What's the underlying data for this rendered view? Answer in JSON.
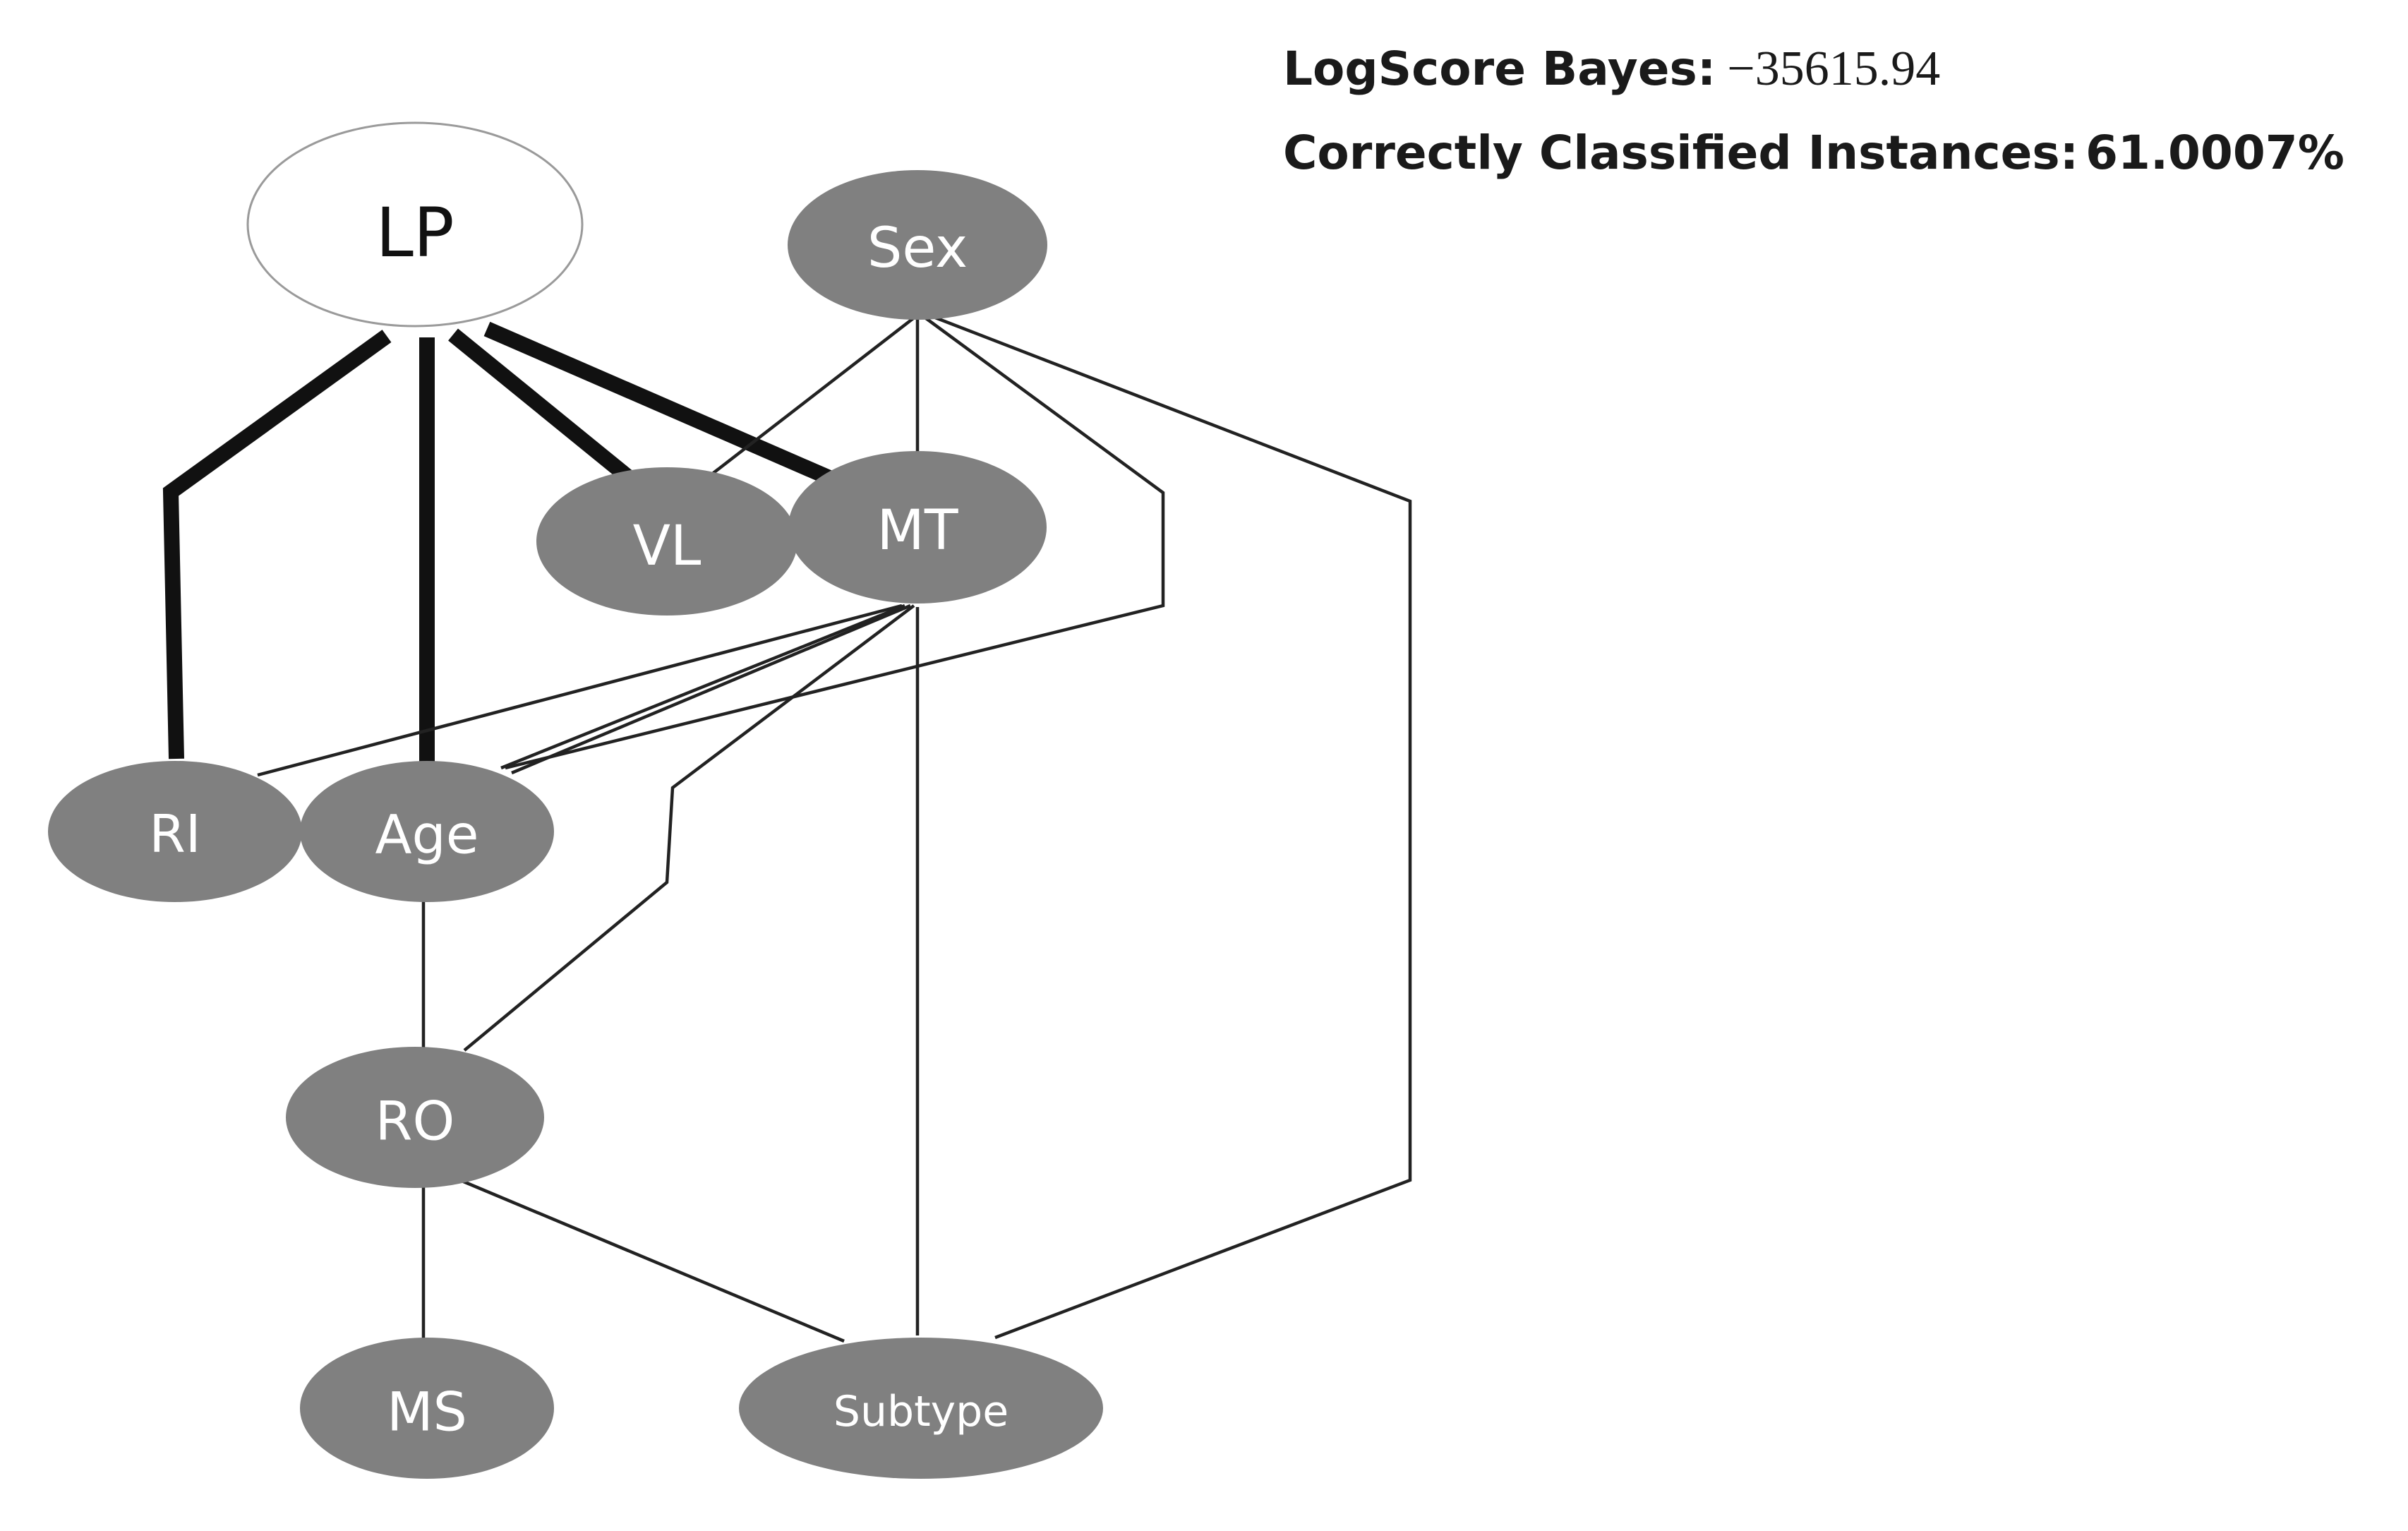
{
  "stats": {
    "logscore_label": "LogScore Bayes:",
    "logscore_value": "−35615.94",
    "accuracy_label": "Correctly Classified Instances:",
    "accuracy_value": "61.0007%"
  },
  "colors": {
    "node_fill": "#808080",
    "node_text": "#ffffff",
    "class_node_fill": "#ffffff",
    "class_node_stroke": "#9a9a9a",
    "class_node_text": "#111111",
    "edge": "#222222"
  },
  "nodes": {
    "LP": "LP",
    "Sex": "Sex",
    "VL": "VL",
    "MT": "MT",
    "RI": "RI",
    "Age": "Age",
    "RO": "RO",
    "MS": "MS",
    "Subtype": "Subtype"
  },
  "edges": [
    {
      "from": "LP",
      "to": "RI",
      "strong": true
    },
    {
      "from": "LP",
      "to": "Age",
      "strong": true
    },
    {
      "from": "LP",
      "to": "VL",
      "strong": true
    },
    {
      "from": "LP",
      "to": "MT",
      "strong": true
    },
    {
      "from": "Sex",
      "to": "VL",
      "strong": false
    },
    {
      "from": "Sex",
      "to": "MT",
      "strong": false
    },
    {
      "from": "Sex",
      "to": "Age",
      "strong": false
    },
    {
      "from": "Sex",
      "to": "Subtype",
      "strong": false
    },
    {
      "from": "MT",
      "to": "RI",
      "strong": false
    },
    {
      "from": "MT",
      "to": "Age",
      "strong": false
    },
    {
      "from": "MT",
      "to": "RO",
      "strong": false
    },
    {
      "from": "MT",
      "to": "Subtype",
      "strong": false
    },
    {
      "from": "Age",
      "to": "RO",
      "strong": false
    },
    {
      "from": "RO",
      "to": "MS",
      "strong": false
    },
    {
      "from": "RO",
      "to": "Subtype",
      "strong": false
    }
  ]
}
